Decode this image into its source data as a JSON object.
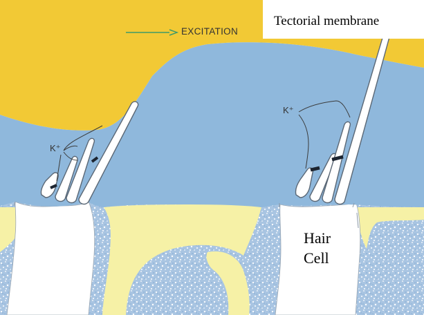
{
  "labels": {
    "tectorial_membrane": "Tectorial membrane",
    "excitation": "EXCITATION",
    "ion_left": "K⁺",
    "ion_right": "K⁺",
    "hair": "Hair",
    "cell": "Cell"
  },
  "colors": {
    "tectorial": "#F2C935",
    "endolymph": "#8FB8DC",
    "support": "#F6F1A6",
    "tissue": "#A9C5E2",
    "arrow": "#3D9A6A"
  }
}
